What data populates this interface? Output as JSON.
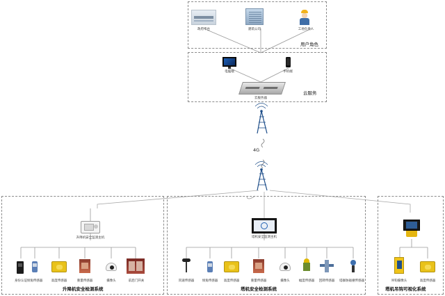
{
  "user_roles": {
    "title": "用户角色",
    "items": [
      {
        "label": "政府平台"
      },
      {
        "label": "建筑公司"
      },
      {
        "label": "工地负责人"
      }
    ]
  },
  "cloud": {
    "title": "云服务",
    "devices": [
      {
        "label": "电脑端"
      },
      {
        "label": "手机端"
      }
    ],
    "server_label": "云服务器"
  },
  "network": {
    "label": "4G"
  },
  "lift_system": {
    "title": "升降机安全检测系统",
    "host_label": "升降机安全监测主机",
    "sensors": [
      {
        "label": "身份认证"
      },
      {
        "label": "倾角传感器"
      },
      {
        "label": "高度传感器"
      },
      {
        "label": "重量传感器"
      },
      {
        "label": "摄像头"
      },
      {
        "label": "前后门开关"
      }
    ]
  },
  "tower_system": {
    "title": "塔机安全检测系统",
    "host_label": "塔机安全监测主机",
    "sensors": [
      {
        "label": "风速传感器"
      },
      {
        "label": "倾角传感器"
      },
      {
        "label": "高度传感器"
      },
      {
        "label": "重量传感器"
      },
      {
        "label": "摄像头"
      },
      {
        "label": "幅度传感器"
      },
      {
        "label": "回转传感器"
      },
      {
        "label": "塔群防碰撞传感器"
      }
    ]
  },
  "hook_system": {
    "title": "塔机吊钩可视化系统",
    "sensors": [
      {
        "label": "吊钩摄像头"
      },
      {
        "label": "高度传感器"
      }
    ]
  }
}
